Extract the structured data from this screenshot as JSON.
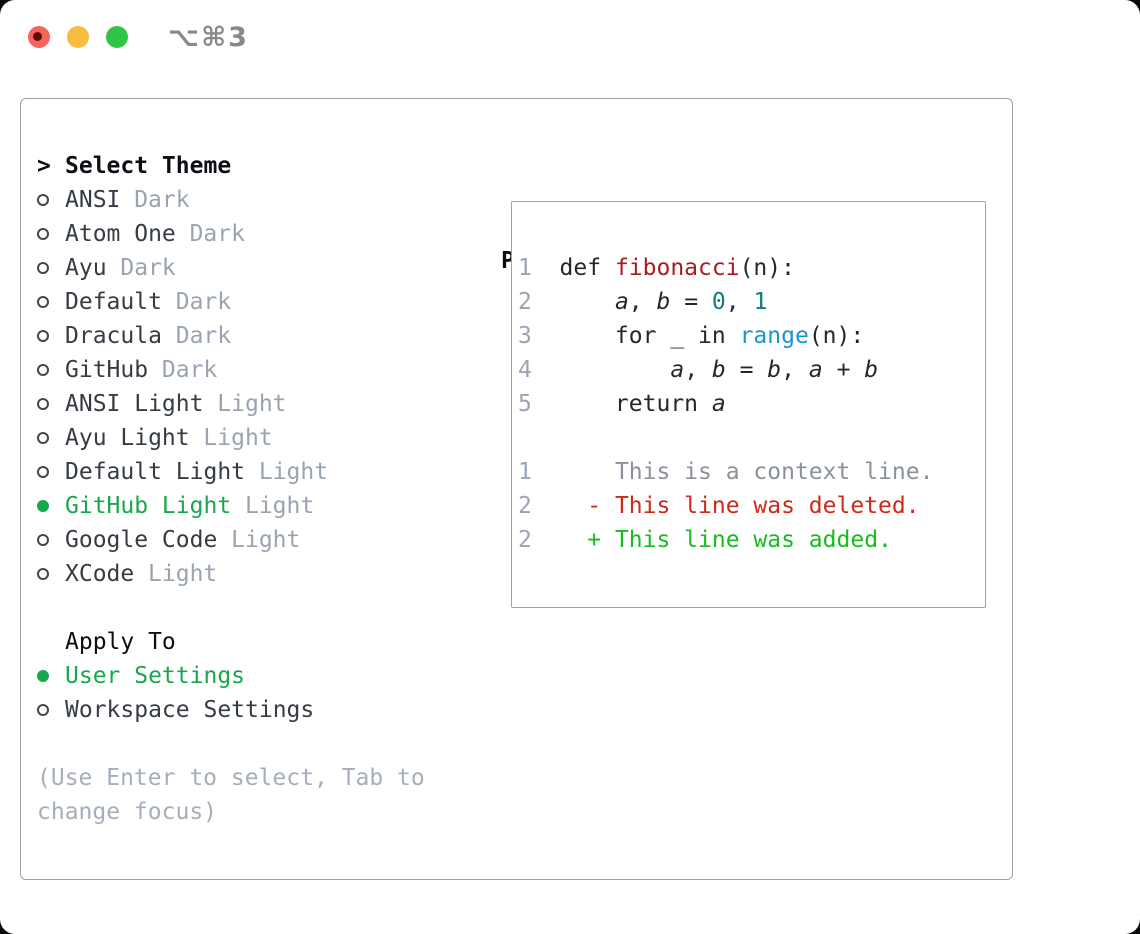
{
  "colors": {
    "border": "#99a2ad",
    "name": "#363c44",
    "muted": "#9aa4b1",
    "green-sel": "#18a84b",
    "hint": "#a5aebb",
    "ln": "#9aa4b4",
    "code": "#23282e",
    "fn": "#a71d22",
    "numlit": "#0f7d7e",
    "builtin": "#1b95d2",
    "ctx": "#8b929b",
    "del": "#cb2b19",
    "add": "#17bd20",
    "tl-close": "#f4635c",
    "tl-close-dot": "#5c0f0a",
    "tl-min": "#f7bc41",
    "tl-zoom": "#2fc544"
  },
  "titlebar": {
    "shortcut_label": "⌥⌘3"
  },
  "theme_panel": {
    "header": {
      "prompt": ">",
      "label": "Select Theme"
    },
    "themes": [
      {
        "name": "ANSI",
        "variant": "Dark",
        "selected": false
      },
      {
        "name": "Atom One",
        "variant": "Dark",
        "selected": false
      },
      {
        "name": "Ayu",
        "variant": "Dark",
        "selected": false
      },
      {
        "name": "Default",
        "variant": "Dark",
        "selected": false
      },
      {
        "name": "Dracula",
        "variant": "Dark",
        "selected": false
      },
      {
        "name": "GitHub",
        "variant": "Dark",
        "selected": false
      },
      {
        "name": "ANSI Light",
        "variant": "Light",
        "selected": false
      },
      {
        "name": "Ayu Light",
        "variant": "Light",
        "selected": false
      },
      {
        "name": "Default Light",
        "variant": "Light",
        "selected": false
      },
      {
        "name": "GitHub Light",
        "variant": "Light",
        "selected": true
      },
      {
        "name": "Google Code",
        "variant": "Light",
        "selected": false
      },
      {
        "name": "XCode",
        "variant": "Light",
        "selected": false
      }
    ],
    "apply_to": {
      "label": "Apply To",
      "options": [
        {
          "name": "User Settings",
          "selected": true
        },
        {
          "name": "Workspace Settings",
          "selected": false
        }
      ]
    },
    "hint_lines": [
      "(Use Enter to select, Tab to",
      "change focus)"
    ]
  },
  "preview": {
    "header": "Preview",
    "code_lines": [
      {
        "number": "1",
        "segments": [
          {
            "text": "def ",
            "style": "plain"
          },
          {
            "text": "fibonacci",
            "style": "function"
          },
          {
            "text": "(n):",
            "style": "plain"
          }
        ]
      },
      {
        "number": "2",
        "segments": [
          {
            "text": "    ",
            "style": "plain"
          },
          {
            "text": "a",
            "style": "variable"
          },
          {
            "text": ", ",
            "style": "plain"
          },
          {
            "text": "b",
            "style": "variable"
          },
          {
            "text": " = ",
            "style": "plain"
          },
          {
            "text": "0",
            "style": "number"
          },
          {
            "text": ", ",
            "style": "plain"
          },
          {
            "text": "1",
            "style": "number"
          }
        ]
      },
      {
        "number": "3",
        "segments": [
          {
            "text": "    for _ in ",
            "style": "plain"
          },
          {
            "text": "range",
            "style": "builtin"
          },
          {
            "text": "(n):",
            "style": "plain"
          }
        ]
      },
      {
        "number": "4",
        "segments": [
          {
            "text": "        ",
            "style": "plain"
          },
          {
            "text": "a",
            "style": "variable"
          },
          {
            "text": ", ",
            "style": "plain"
          },
          {
            "text": "b",
            "style": "variable"
          },
          {
            "text": " = ",
            "style": "plain"
          },
          {
            "text": "b",
            "style": "variable"
          },
          {
            "text": ", ",
            "style": "plain"
          },
          {
            "text": "a",
            "style": "variable"
          },
          {
            "text": " + ",
            "style": "plain"
          },
          {
            "text": "b",
            "style": "variable"
          }
        ]
      },
      {
        "number": "5",
        "segments": [
          {
            "text": "    return ",
            "style": "plain"
          },
          {
            "text": "a",
            "style": "variable"
          }
        ]
      }
    ],
    "diff_lines": [
      {
        "number": "1",
        "body": "      This is a context line.",
        "kind": "context"
      },
      {
        "number": "2",
        "body": "    - This line was deleted.",
        "kind": "deleted"
      },
      {
        "number": "2",
        "body": "    + This line was added.",
        "kind": "added"
      }
    ]
  }
}
